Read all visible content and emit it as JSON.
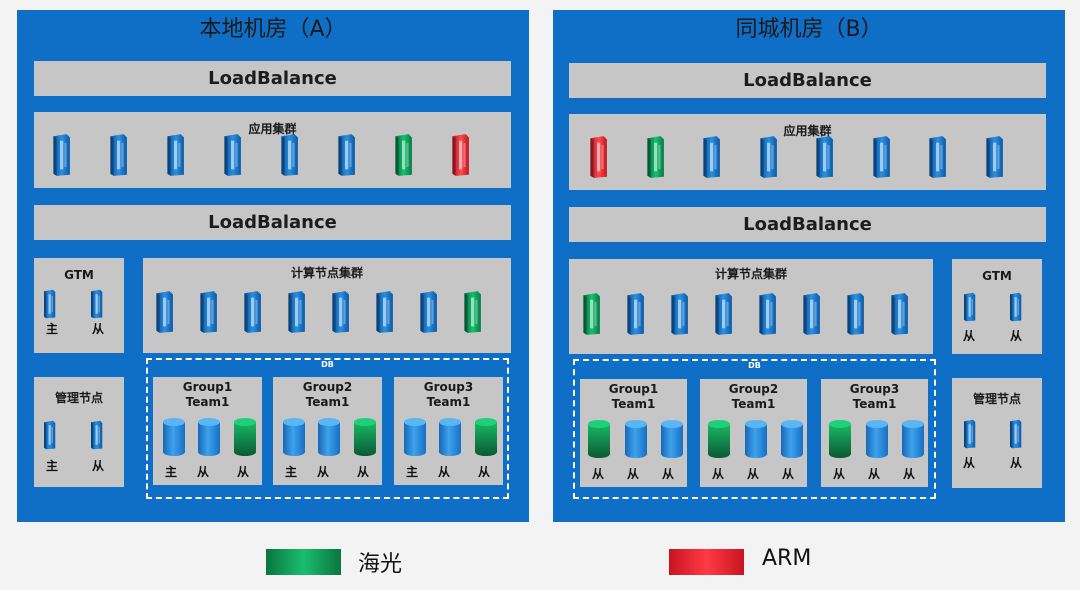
{
  "roomA": {
    "title": "本地机房（A）",
    "lb_top": "LoadBalance",
    "app_cluster": "应用集群",
    "app_servers": [
      "blue",
      "blue",
      "blue",
      "blue",
      "blue",
      "blue",
      "green",
      "red"
    ],
    "lb_mid": "LoadBalance",
    "gtm": {
      "label": "GTM",
      "tags": [
        "主",
        "从"
      ]
    },
    "compute_cluster": "计算节点集群",
    "compute_servers": [
      "blue",
      "blue",
      "blue",
      "blue",
      "blue",
      "blue",
      "blue",
      "green"
    ],
    "mgmt": {
      "label": "管理节点",
      "tags": [
        "主",
        "从"
      ]
    },
    "db": {
      "label": "DB",
      "groups": [
        {
          "line1": "Group1",
          "line2": "Team1",
          "disks": [
            "blue",
            "blue",
            "green"
          ],
          "tags": [
            "主",
            "从",
            "从"
          ]
        },
        {
          "line1": "Group2",
          "line2": "Team1",
          "disks": [
            "blue",
            "blue",
            "green"
          ],
          "tags": [
            "主",
            "从",
            "从"
          ]
        },
        {
          "line1": "Group3",
          "line2": "Team1",
          "disks": [
            "blue",
            "blue",
            "green"
          ],
          "tags": [
            "主",
            "从",
            "从"
          ]
        }
      ]
    }
  },
  "roomB": {
    "title": "同城机房（B）",
    "lb_top": "LoadBalance",
    "app_cluster": "应用集群",
    "app_servers": [
      "red",
      "green",
      "blue",
      "blue",
      "blue",
      "blue",
      "blue",
      "blue"
    ],
    "lb_mid": "LoadBalance",
    "compute_cluster": "计算节点集群",
    "compute_servers": [
      "green",
      "blue",
      "blue",
      "blue",
      "blue",
      "blue",
      "blue",
      "blue"
    ],
    "gtm": {
      "label": "GTM",
      "tags": [
        "从",
        "从"
      ]
    },
    "mgmt": {
      "label": "管理节点",
      "tags": [
        "从",
        "从"
      ]
    },
    "db": {
      "label": "DB",
      "groups": [
        {
          "line1": "Group1",
          "line2": "Team1",
          "disks": [
            "green",
            "blue",
            "blue"
          ],
          "tags": [
            "从",
            "从",
            "从"
          ]
        },
        {
          "line1": "Group2",
          "line2": "Team1",
          "disks": [
            "green",
            "blue",
            "blue"
          ],
          "tags": [
            "从",
            "从",
            "从"
          ]
        },
        {
          "line1": "Group3",
          "line2": "Team1",
          "disks": [
            "green",
            "blue",
            "blue"
          ],
          "tags": [
            "从",
            "从",
            "从"
          ]
        }
      ]
    }
  },
  "legend": {
    "items": [
      {
        "label": "海光",
        "color": "#0a9a5c"
      },
      {
        "label": "ARM",
        "color": "#e8202a"
      }
    ]
  },
  "colors": {
    "room_blue": "#0f6fc6",
    "panel_gray": "#c6c6c6",
    "server_blue": "#1f7fd0",
    "server_green": "#0d9e5a",
    "server_red": "#e62330"
  }
}
